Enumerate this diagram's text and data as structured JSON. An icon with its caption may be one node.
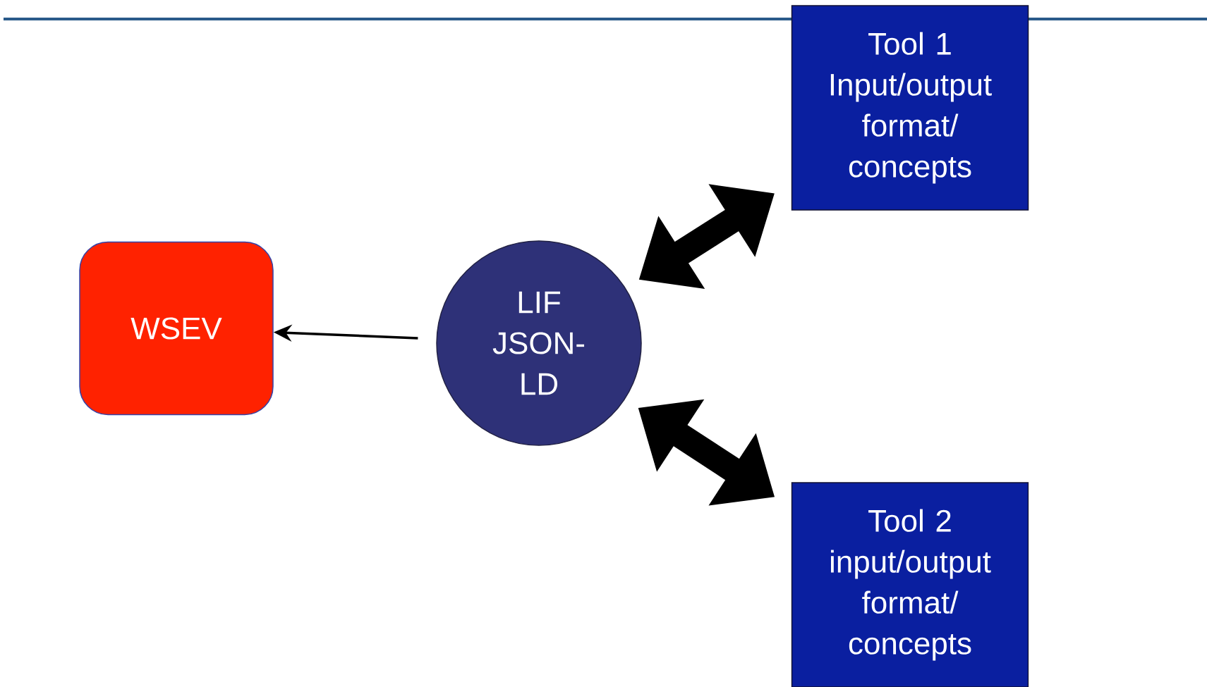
{
  "diagram": {
    "nodes": [
      {
        "text": [
          "WSEV"
        ]
      },
      {
        "text": [
          "LIF JSON-LD"
        ]
      },
      {
        "text": [
          "Tool 1 Input/output format/ concepts"
        ]
      },
      {
        "text": [
          "Tool 2 input/output format/ concepts"
        ]
      }
    ],
    "edges": [
      {
        "from": 1,
        "to": 0,
        "arrow": "to"
      },
      {
        "from": 1,
        "to": 2,
        "arrow": "both"
      },
      {
        "from": 1,
        "to": 3,
        "arrow": "both"
      }
    ]
  }
}
